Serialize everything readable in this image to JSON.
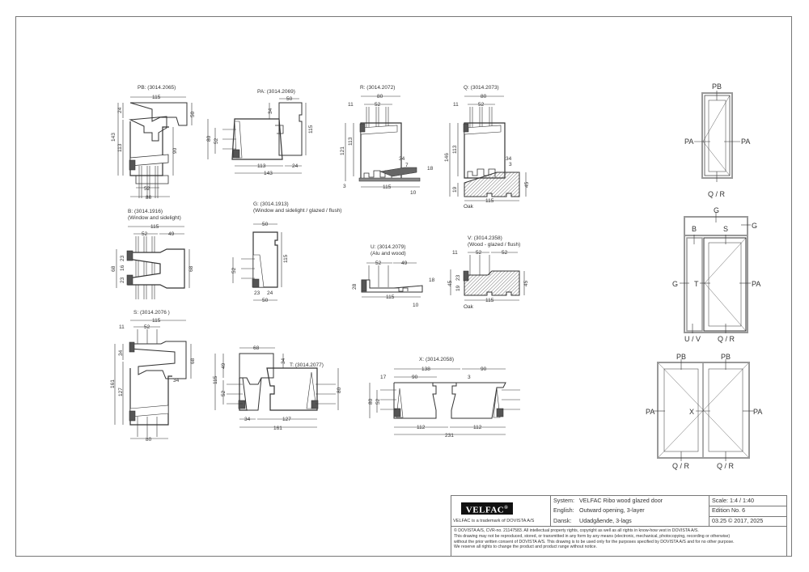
{
  "sections": [
    {
      "id": "PB",
      "label": "PB: (3014.2065)",
      "subtitle": "",
      "dims": [
        "115",
        "24",
        "50",
        "143",
        "113",
        "90",
        "52",
        "80"
      ]
    },
    {
      "id": "PA",
      "label": "PA: (3014.2069)",
      "subtitle": "",
      "dims": [
        "50",
        "34",
        "80",
        "52",
        "115",
        "113",
        "24",
        "143"
      ]
    },
    {
      "id": "R",
      "label": "R: (3014.2072)",
      "subtitle": "",
      "dims": [
        "80",
        "11",
        "52",
        "121",
        "113",
        "34",
        "7",
        "18",
        "3",
        "115",
        "10"
      ]
    },
    {
      "id": "Q",
      "label": "Q: (3014.2073)",
      "subtitle": "",
      "material": "Oak",
      "dims": [
        "80",
        "11",
        "52",
        "146",
        "113",
        "34",
        "3",
        "19",
        "45",
        "115"
      ]
    },
    {
      "id": "B",
      "label": "B: (3014.1916)",
      "subtitle": "(Window and sidelight)",
      "dims": [
        "115",
        "52",
        "49",
        "68",
        "23",
        "16",
        "23",
        "68"
      ]
    },
    {
      "id": "G",
      "label": "G: (3014.1913)",
      "subtitle": "(Window and sidelight / glazed / flush)",
      "dims": [
        "50",
        "52",
        "115",
        "23",
        "24",
        "50"
      ]
    },
    {
      "id": "U",
      "label": "U: (3014.2079)",
      "subtitle": "(Alu and wood)",
      "dims": [
        "52",
        "49",
        "28",
        "18",
        "115",
        "10"
      ]
    },
    {
      "id": "V",
      "label": "V: (3014.2358)",
      "subtitle": "(Wood - glazed / flush)",
      "material": "Oak",
      "dims": [
        "11",
        "52",
        "52",
        "45",
        "23",
        "19",
        "45",
        "115"
      ]
    },
    {
      "id": "S",
      "label": "S: (3014.2076 )",
      "subtitle": "",
      "dims": [
        "115",
        "11",
        "52",
        "34",
        "68",
        "161",
        "127",
        "34",
        "80"
      ]
    },
    {
      "id": "T",
      "label": "T: (3014.2077)",
      "subtitle": "",
      "dims": [
        "68",
        "49",
        "34",
        "115",
        "52",
        "80",
        "34",
        "127",
        "161"
      ]
    },
    {
      "id": "X",
      "label": "X: (3014.2058)",
      "subtitle": "",
      "dims": [
        "138",
        "90",
        "17",
        "90",
        "3",
        "80",
        "52",
        "112",
        "112",
        "231"
      ]
    }
  ],
  "elevations": {
    "single_door": {
      "top": "PB",
      "left": "PA",
      "right": "PA",
      "bottom": "Q / R"
    },
    "door_sidelight": {
      "top": "G",
      "top_right": "G",
      "sidelight_top": "B",
      "door_top": "S",
      "left": "G",
      "mullion": "T",
      "right": "PA",
      "sidelight_bottom": "U / V",
      "door_bottom": "Q / R"
    },
    "double_door": {
      "top_left": "PB",
      "top_right": "PB",
      "left": "PA",
      "meeting": "X",
      "right": "PA",
      "bottom_left": "Q / R",
      "bottom_right": "Q / R"
    }
  },
  "title_block": {
    "logo": "VELFAC",
    "logo_mark": "®",
    "trademark_note": "VELFAC is a trademark of DOVISTA A/S",
    "system_key": "System:",
    "system_value": "VELFAC Ribo wood glazed door",
    "english_key": "English:",
    "english_value": "Outward opening, 3-layer",
    "dansk_key": "Dansk:",
    "dansk_value": "Udadgående, 3-lags",
    "scale": "Scale: 1:4 / 1:40",
    "edition": "Edition No. 6",
    "date": "03.25 © 2017, 2025",
    "legal": [
      "© DOVISTA A/S, CVR-no. 21147583. All intellectual property rights, copyright as well as all rights in know-how vest in DOVISTA A/S.",
      "This drawing may not be reproduced, stored, or transmitted in any form by any means (electronic, mechanical, photocopying, recording or otherwise)",
      "without the prior written consent of DOVISTA A/S. This drawing is to be used only for the purposes specified by DOVISTA A/S and for no other purpose.",
      "We reserve all rights to change the product and product range without notice."
    ]
  }
}
